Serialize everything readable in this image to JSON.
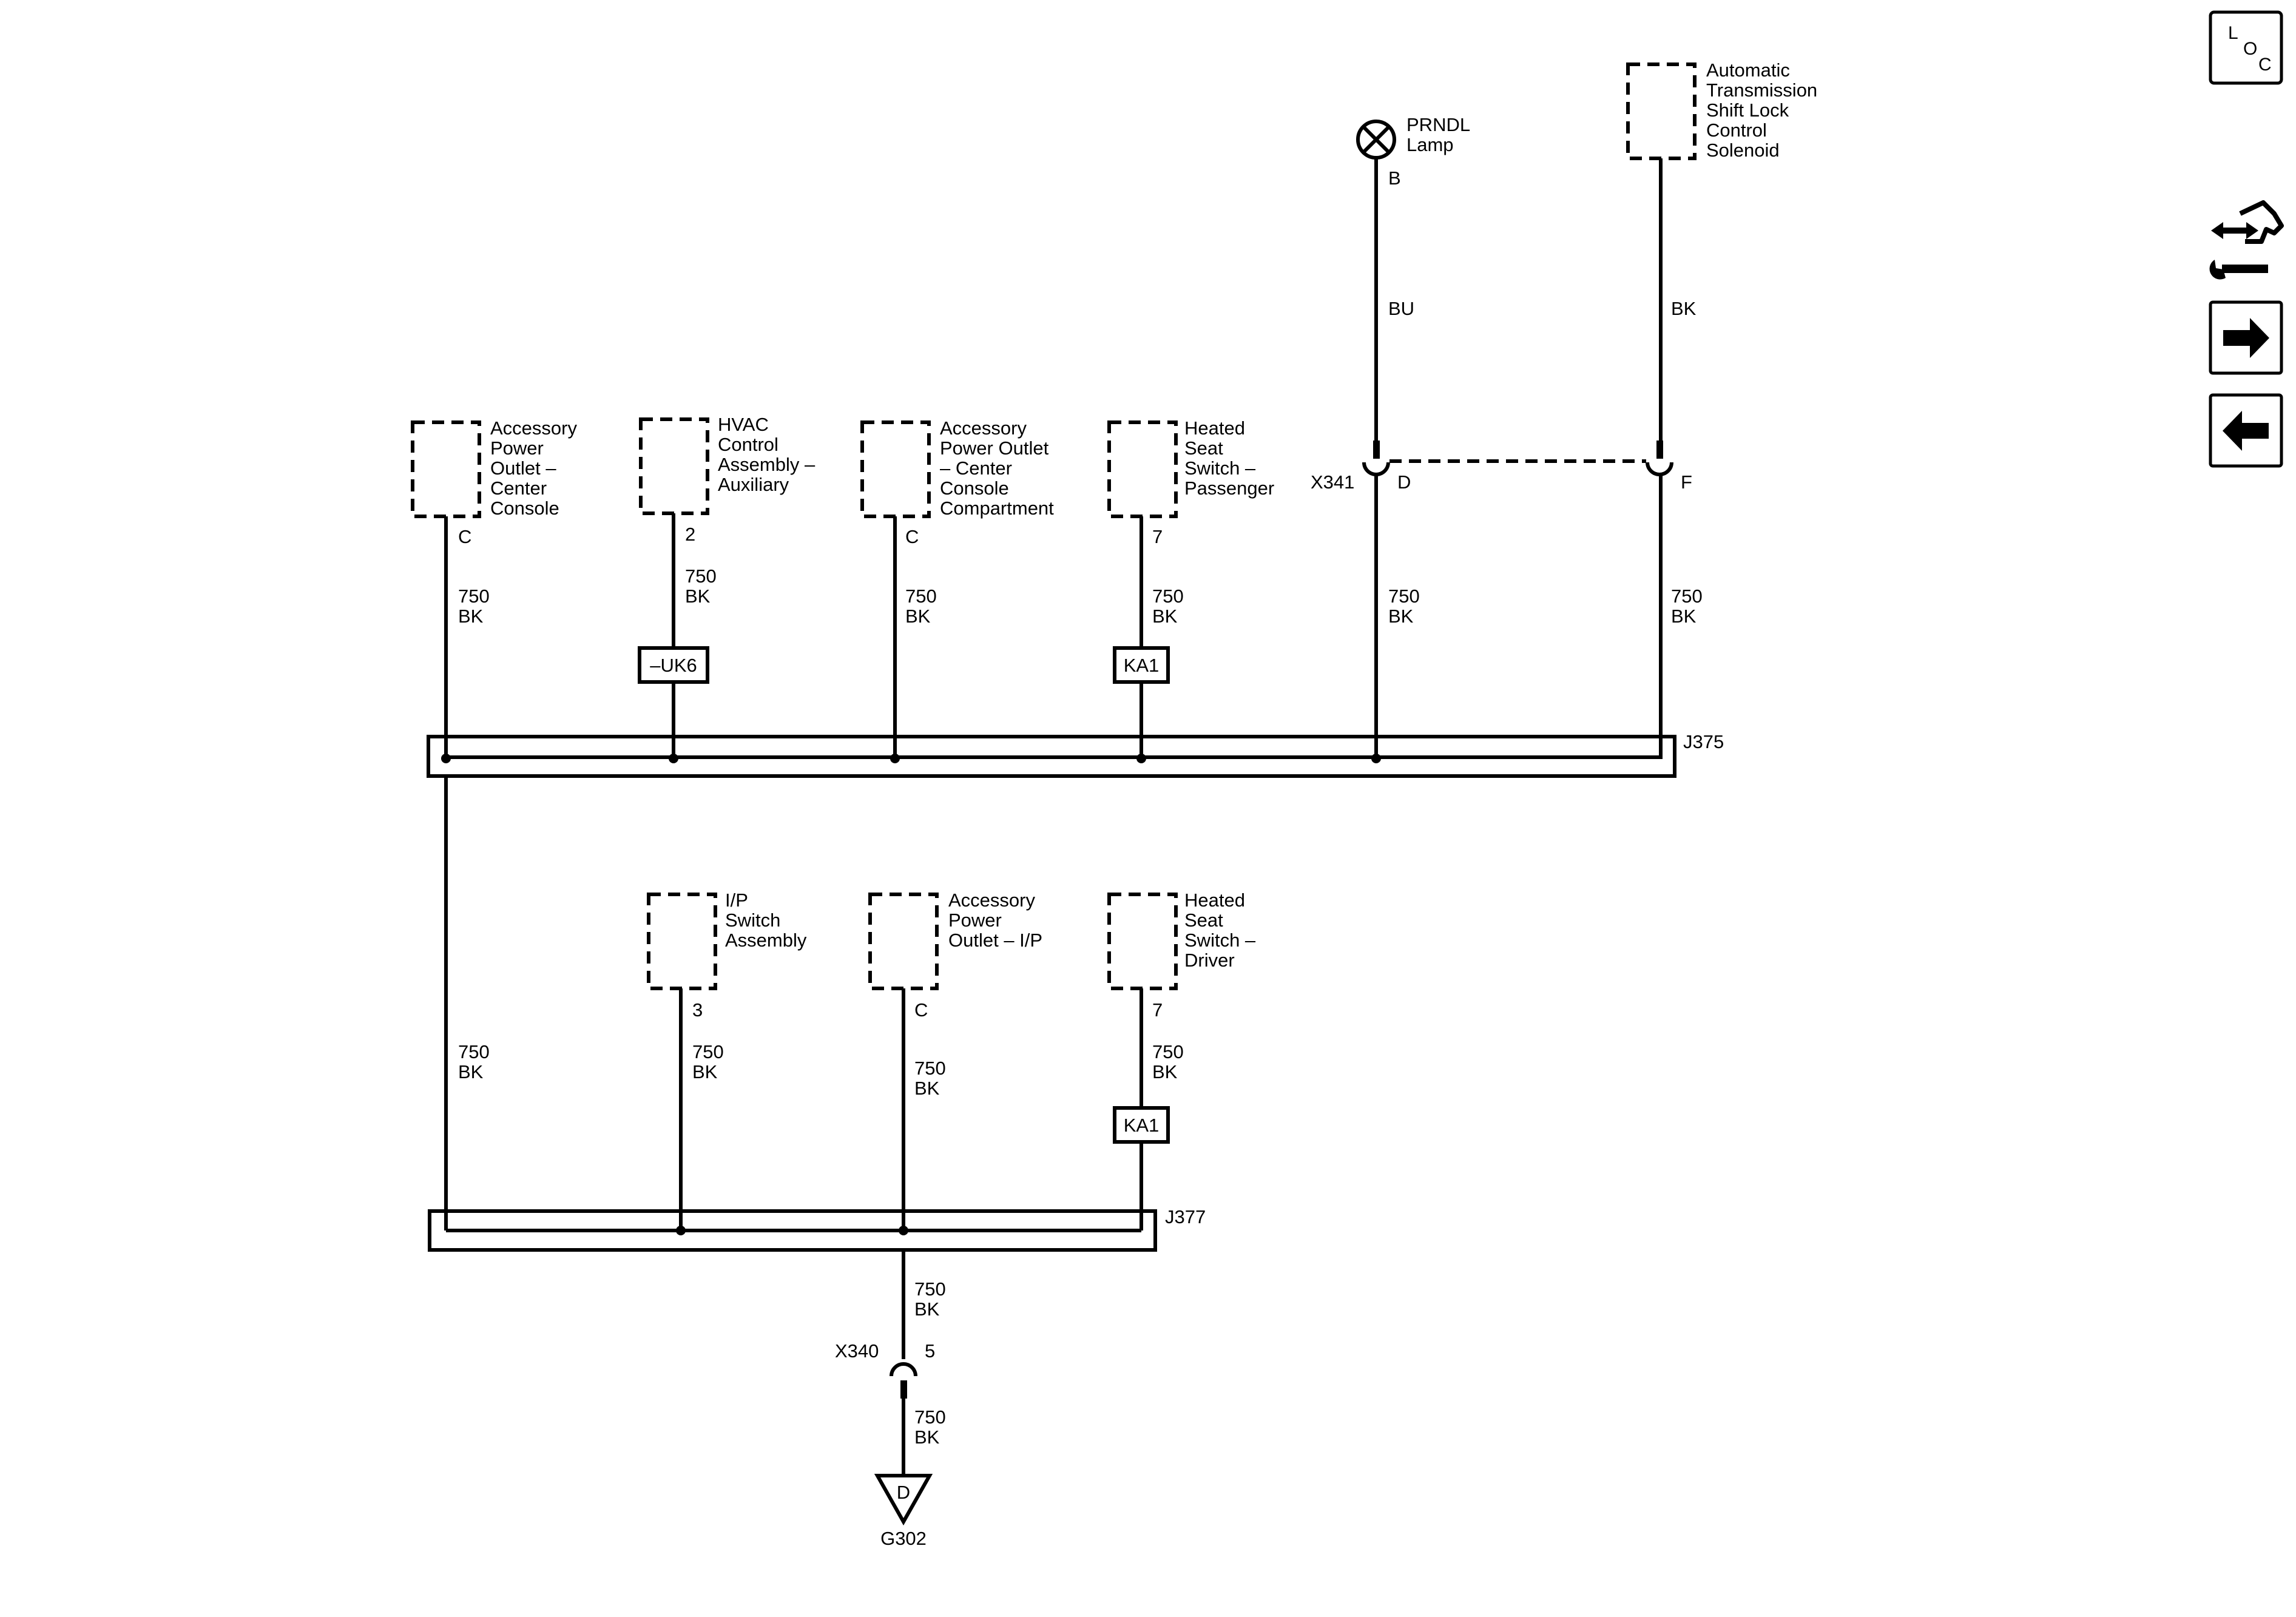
{
  "components": [
    {
      "key": "apo_center_console",
      "lines": [
        "Accessory",
        "Power",
        "Outlet –",
        "Center",
        "Console"
      ],
      "pin": "C",
      "wire": [
        "750",
        "BK"
      ]
    },
    {
      "key": "hvac_aux",
      "lines": [
        "HVAC",
        "Control",
        "Assembly –",
        "Auxiliary"
      ],
      "pin": "2",
      "wire": [
        "750",
        "BK"
      ],
      "option": "–UK6"
    },
    {
      "key": "apo_center_console_comp",
      "lines": [
        "Accessory",
        "Power Outlet",
        "– Center",
        "Console",
        "Compartment"
      ],
      "pin": "C",
      "wire": [
        "750",
        "BK"
      ]
    },
    {
      "key": "heated_seat_passenger",
      "lines": [
        "Heated",
        "Seat",
        "Switch –",
        "Passenger"
      ],
      "pin": "7",
      "wire": [
        "750",
        "BK"
      ],
      "option": "KA1"
    },
    {
      "key": "ip_switch",
      "lines": [
        "I/P",
        "Switch",
        "Assembly"
      ],
      "pin": "3",
      "wire": [
        "750",
        "BK"
      ]
    },
    {
      "key": "apo_ip",
      "lines": [
        "Accessory",
        "Power",
        "Outlet – I/P"
      ],
      "pin": "C",
      "wire": [
        "750",
        "BK"
      ]
    },
    {
      "key": "heated_seat_driver",
      "lines": [
        "Heated",
        "Seat",
        "Switch –",
        "Driver"
      ],
      "pin": "7",
      "wire": [
        "750",
        "BK"
      ],
      "option": "KA1"
    },
    {
      "key": "shift_lock_solenoid",
      "lines": [
        "Automatic",
        "Transmission",
        "Shift Lock",
        "Control",
        "Solenoid"
      ]
    }
  ],
  "prndl_lamp": {
    "lines": [
      "PRNDL",
      "Lamp"
    ],
    "pin": "B",
    "wire_color": "BU"
  },
  "solenoid_wire_color": "BK",
  "connector_x341": {
    "id": "X341",
    "pin_d": "D",
    "pin_f": "F"
  },
  "x341_wires": {
    "d": [
      "750",
      "BK"
    ],
    "f": [
      "750",
      "BK"
    ]
  },
  "left_wire_lower": [
    "750",
    "BK"
  ],
  "splice_j375": "J375",
  "splice_j377": "J377",
  "ground_wire_upper": [
    "750",
    "BK"
  ],
  "connector_x340": {
    "id": "X340",
    "pin": "5"
  },
  "ground_wire_lower": [
    "750",
    "BK"
  ],
  "ground": {
    "symbol": "D",
    "id": "G302"
  },
  "nav_icons": [
    {
      "name": "location-view-icon",
      "letters": [
        "L",
        "O",
        "C"
      ]
    },
    {
      "name": "connector-repair-icon"
    },
    {
      "name": "next-page-arrow-icon"
    },
    {
      "name": "previous-page-arrow-icon"
    }
  ]
}
